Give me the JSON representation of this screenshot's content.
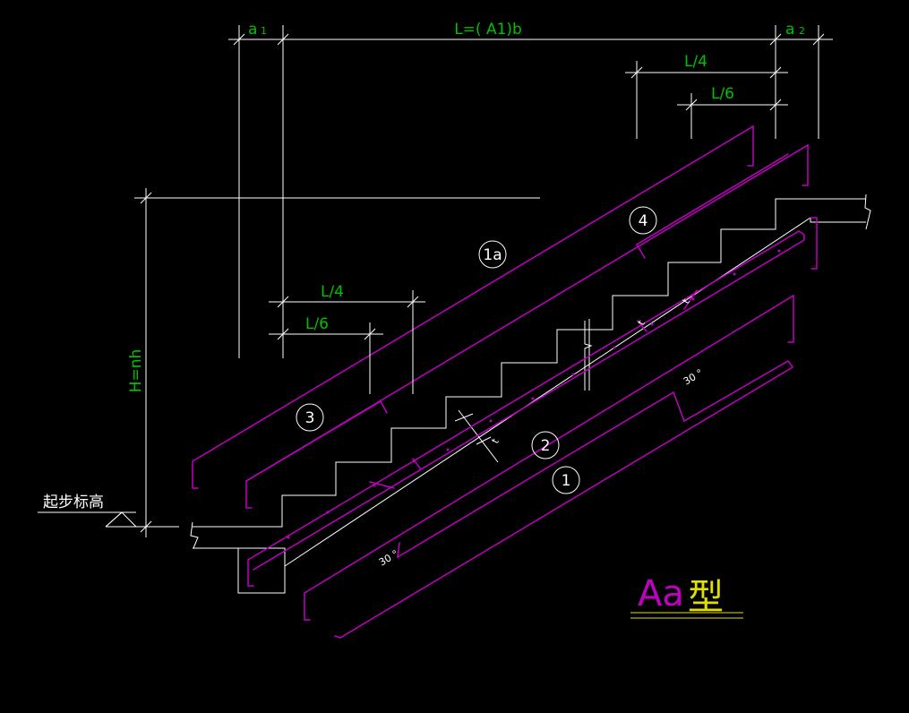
{
  "colors": {
    "background": "#000000",
    "structure": "#ffffff",
    "rebar": "#c000c0",
    "dimension_text": "#00c000",
    "title_latin": "#c000c0",
    "title_cjk": "#e0e000",
    "underline": "#e0e000"
  },
  "dimensions": {
    "a1": "a",
    "a1_sub": "1",
    "span": "L=( A1)b",
    "a2": "a",
    "a2_sub": "2",
    "upper_l4": "L/4",
    "upper_l6": "L/6",
    "lower_l4": "L/4",
    "lower_l6": "L/6",
    "height": "H=nh",
    "thickness": "t",
    "thickness_2": "t",
    "thickness_3": "t",
    "angle_upper": "30 °",
    "angle_lower": "30 °"
  },
  "markers": {
    "m1a": "1a",
    "m4": "4",
    "m3": "3",
    "m2": "2",
    "m1": "1"
  },
  "start_elevation_label": "起步标高",
  "title": {
    "latin": "Aa",
    "cjk": "型"
  }
}
